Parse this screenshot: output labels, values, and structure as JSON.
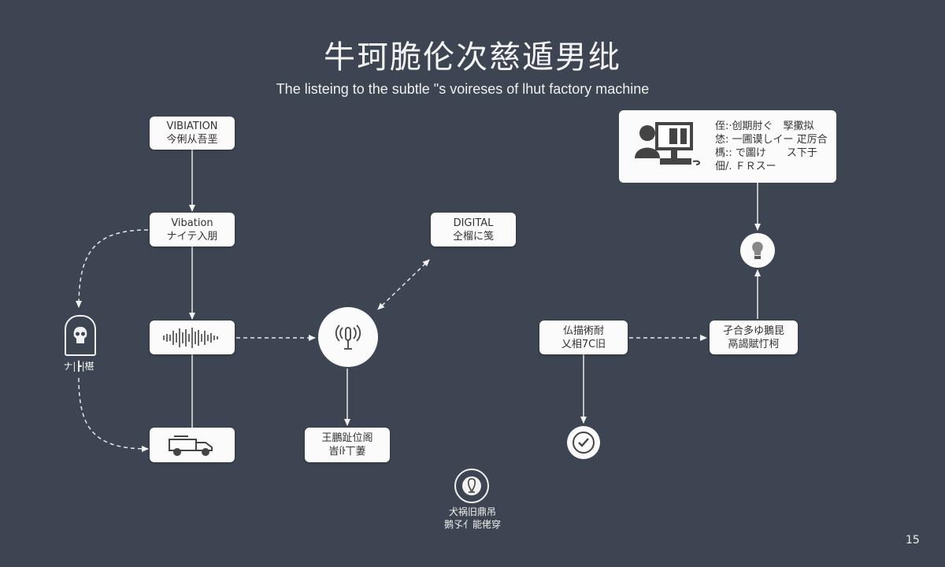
{
  "title": "牛珂脆伦次慈遁男纰",
  "subtitle": "The listeing to the subtle \"s voireses of lhut factory machine",
  "nodes": {
    "vibration_top": {
      "line1": "VIBIATION",
      "line2": "今俐从吾垩"
    },
    "vibration": {
      "line1": "Vibation",
      "line2": "ナイテ入朋"
    },
    "digital": {
      "line1": "DIGITAL",
      "line2": "仝榴に笺"
    },
    "skull_label": "ナ|┣|椹",
    "sensor_output": {
      "line1": "王鵬趾位阁",
      "line2": "旹íŀ丅萋"
    },
    "bottom_icon_label": {
      "line1": "犬祸旧鼎吊",
      "line2": "鹅孓亻能佬穿"
    },
    "left_process": {
      "line1": "仏描術耐",
      "line2": "乂相7C旧"
    },
    "right_process": {
      "line1": "孑合多ゆ鵝昆",
      "line2": "鬲謁賦忊柯"
    },
    "card_lines": [
      "侄:·创期肘ぐ　孯擹拟",
      "恷: 一圃谟しイー 疋厉合",
      "榪:: で圖け　　ス下于",
      "佃/.  ＦＲスー"
    ]
  },
  "page_number": "15"
}
